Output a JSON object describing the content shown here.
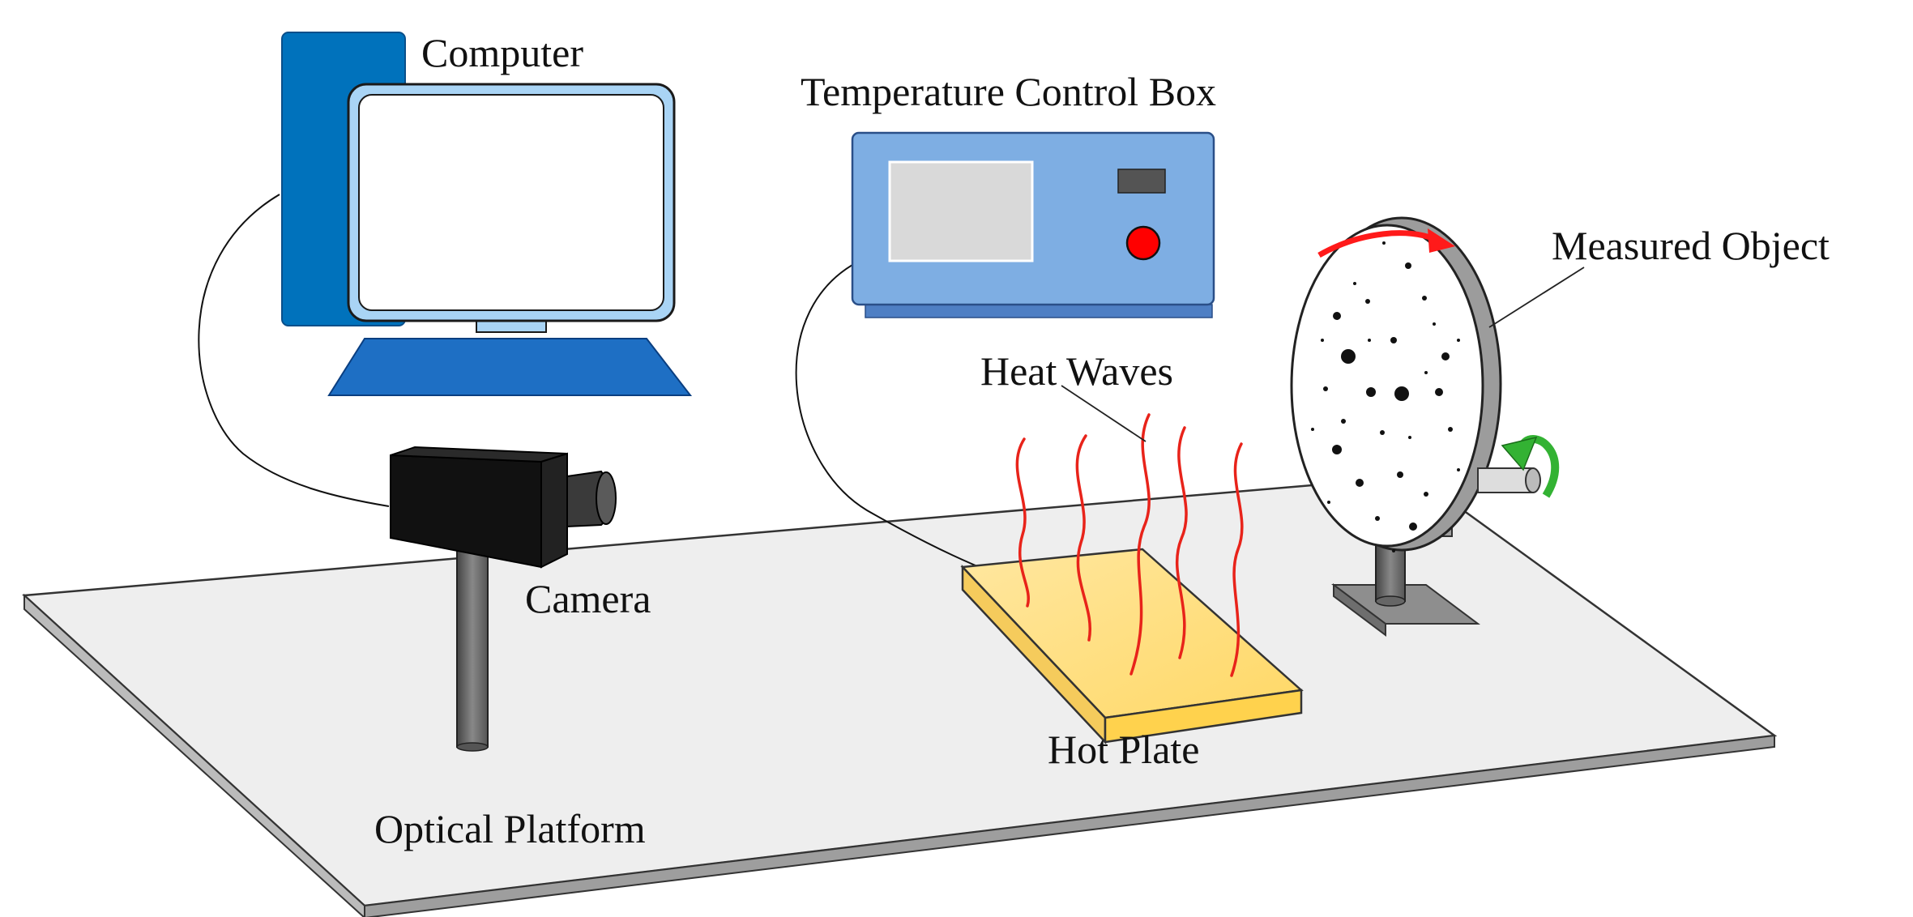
{
  "labels": {
    "computer": "Computer",
    "temperature_control_box": "Temperature Control Box",
    "measured_object": "Measured Object",
    "heat_waves": "Heat Waves",
    "camera": "Camera",
    "hot_plate": "Hot Plate",
    "optical_platform": "Optical Platform"
  },
  "colors": {
    "computer_tower": "#0072BC",
    "monitor_frame": "#A9D4F5",
    "keyboard": "#1E6FC4",
    "control_box": "#7EAEE3",
    "control_box_screen": "#D9D9D9",
    "control_box_indicator": "#FF0000",
    "hot_plate_top": "#FFE08A",
    "hot_plate_side": "#F5CB5C",
    "heat_wave": "#E8231A",
    "rotation_arrow": "#FF1A1A",
    "tilt_arrow": "#33B233",
    "platform": "#EEEEEE",
    "camera_body": "#111111"
  }
}
